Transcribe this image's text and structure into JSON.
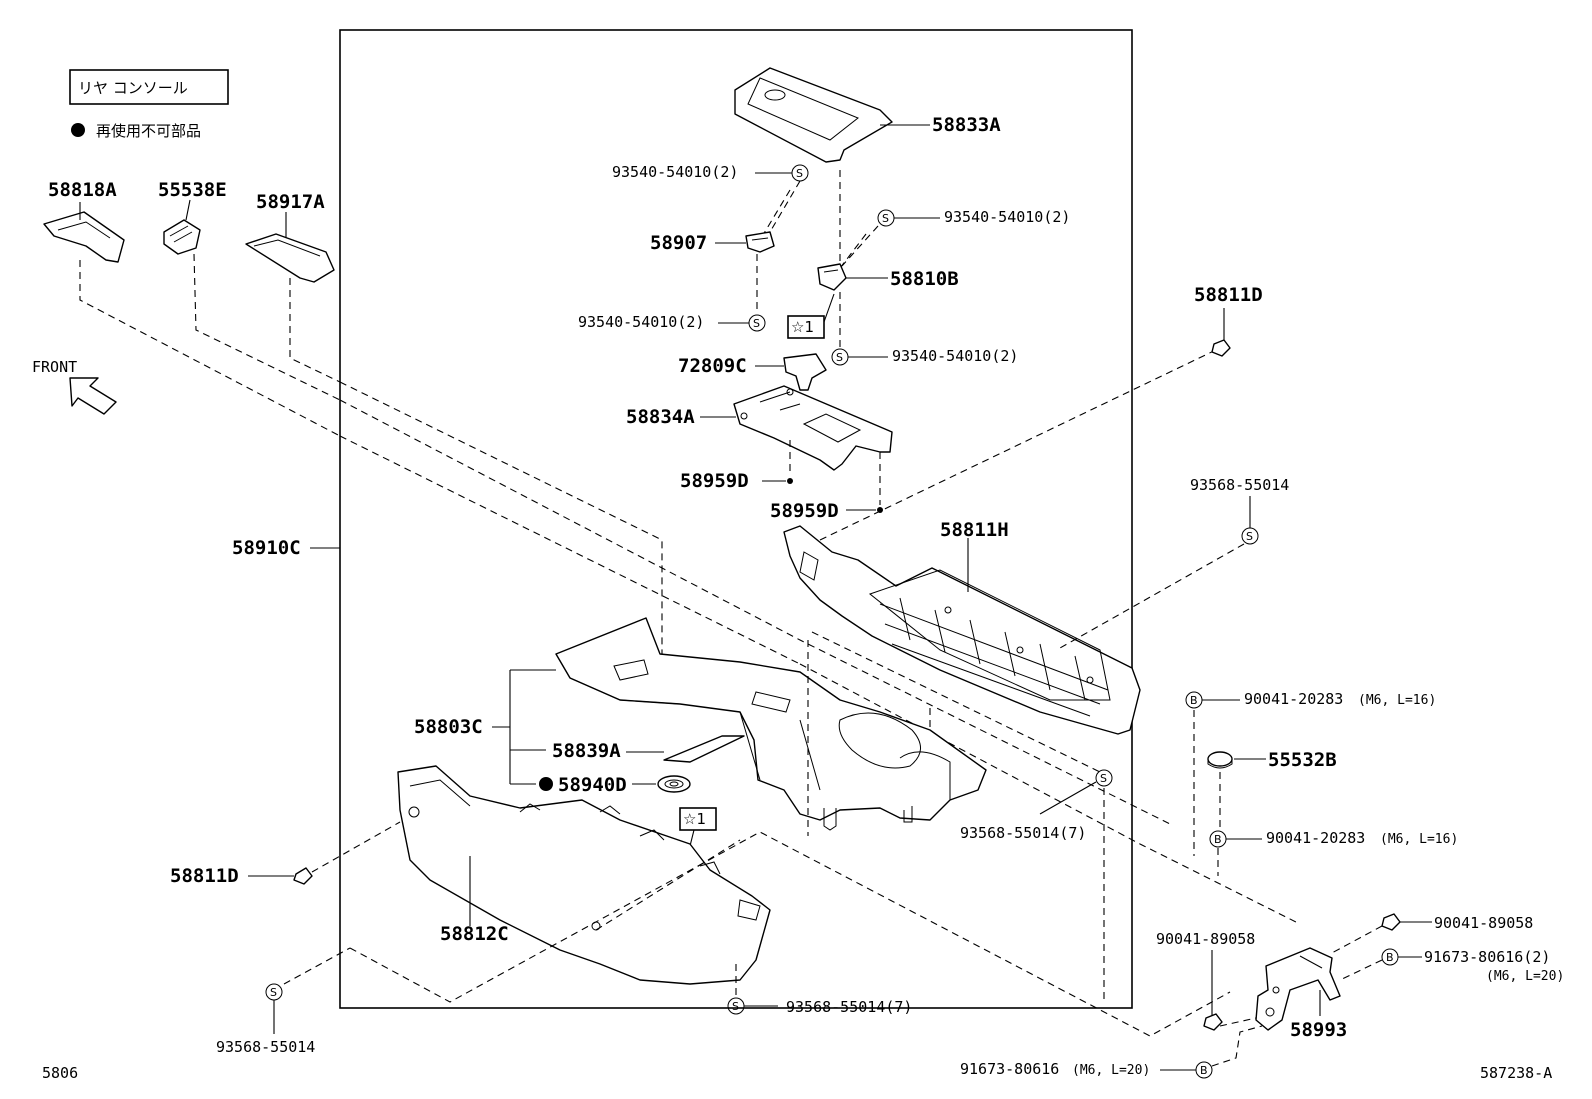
{
  "legend": {
    "title": "リヤ コンソール",
    "non_reusable_note": "再使用不可部品"
  },
  "front_label": "FRONT",
  "footer": {
    "left_code": "5806",
    "right_code": "587238-A"
  },
  "symbols": {
    "screw": "S",
    "bolt": "B",
    "star_ref": "☆1"
  },
  "parts": {
    "p58833A": "58833A",
    "p93540_a": "93540-54010(2)",
    "p93540_b": "93540-54010(2)",
    "p93540_c": "93540-54010(2)",
    "p93540_d": "93540-54010(2)",
    "p58907": "58907",
    "p58810B": "58810B",
    "p72809C": "72809C",
    "p58834A": "58834A",
    "p58959D_a": "58959D",
    "p58959D_b": "58959D",
    "p58811D_top": "58811D",
    "p93568_top": "93568-55014",
    "p58811H": "58811H",
    "p58818A": "58818A",
    "p55538E": "55538E",
    "p58917A": "58917A",
    "p58910C": "58910C",
    "p58803C": "58803C",
    "p58839A": "58839A",
    "p58940D": "58940D",
    "p58811D_left": "58811D",
    "p58812C": "58812C",
    "p93568_bottom_left": "93568-55014",
    "p93568_bottom_mid": "93568-55014(7)",
    "p93568_right_mid": "93568-55014(7)",
    "p90041_20283_a": "90041-20283",
    "p90041_20283_a_spec": "(M6, L=16)",
    "p55532B": "55532B",
    "p90041_20283_b": "90041-20283",
    "p90041_20283_b_spec": "(M6, L=16)",
    "p90041_89058_a": "90041-89058",
    "p90041_89058_b": "90041-89058",
    "p91673_a": "91673-80616(2)",
    "p91673_a_spec": "(M6, L=20)",
    "p58993": "58993",
    "p91673_b": "91673-80616",
    "p91673_b_spec": "(M6, L=20)"
  }
}
